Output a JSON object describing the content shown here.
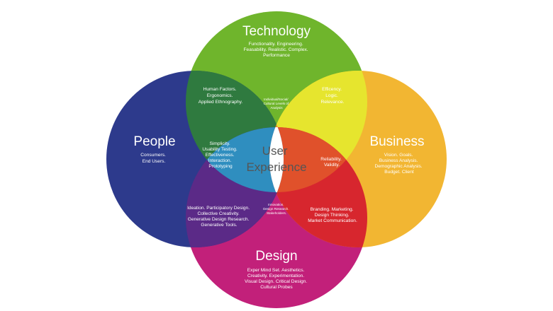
{
  "circles": {
    "technology": {
      "title": "Technology",
      "lines": [
        "Functionality. Engineering.",
        "Feasability. Realistic. Complex.",
        "Performance"
      ]
    },
    "people": {
      "title": "People",
      "lines": [
        "Consumers.",
        "End Users."
      ]
    },
    "business": {
      "title": "Business",
      "lines": [
        "Vision. Goals.",
        "Business Analysis.",
        "Demographic Analysis.",
        "Budget. Client"
      ]
    },
    "design": {
      "title": "Design",
      "lines": [
        "Exper Mind Set. Aesthetics.",
        "Creativity. Experimentation.",
        "Visual Design.  Critical Design.",
        "Cultural Probes"
      ]
    }
  },
  "overlaps": {
    "people_technology": [
      "Human Factors.",
      "Ergonomics.",
      "Applied Ethnography."
    ],
    "technology_business": [
      "Efficency.",
      "Logic.",
      "Relevance."
    ],
    "people_design": [
      "Ideation. Participatory Design.",
      "Collective Creativity.",
      "Generative Design Research.",
      "Generative Tools."
    ],
    "business_design": [
      "Branding. Marketing.",
      "Design Thinking.",
      "Market Communication."
    ],
    "triple_people_technology_business": [
      "Individual/Social/",
      "Cultural Levels of",
      "Analysis"
    ],
    "triple_technology_people_design": [
      "Simplicity.",
      "Usability Testing.",
      "Effectiveness.",
      "Interaction.",
      "Prototyping"
    ],
    "triple_technology_business_design": [
      "Reliability.",
      "Validity."
    ],
    "triple_people_design_business": [
      "Innovation.",
      "Design Research.",
      "Stakeholders."
    ]
  },
  "center": {
    "line1": "User",
    "line2": "Experience"
  },
  "colors": {
    "technology": "#6fb52c",
    "people": "#2d3a8c",
    "business": "#f2b632",
    "design": "#c2207a",
    "people_technology": "#2f7a3f",
    "technology_business": "#e6e52e",
    "people_design": "#5b2a87",
    "business_design": "#d7262e",
    "tri_ptb": "#e8872b",
    "tri_tpd": "#2f8ebf",
    "tri_tbd": "#e0512b",
    "tri_pdb": "#2a63a8",
    "center": "#ffffff"
  }
}
